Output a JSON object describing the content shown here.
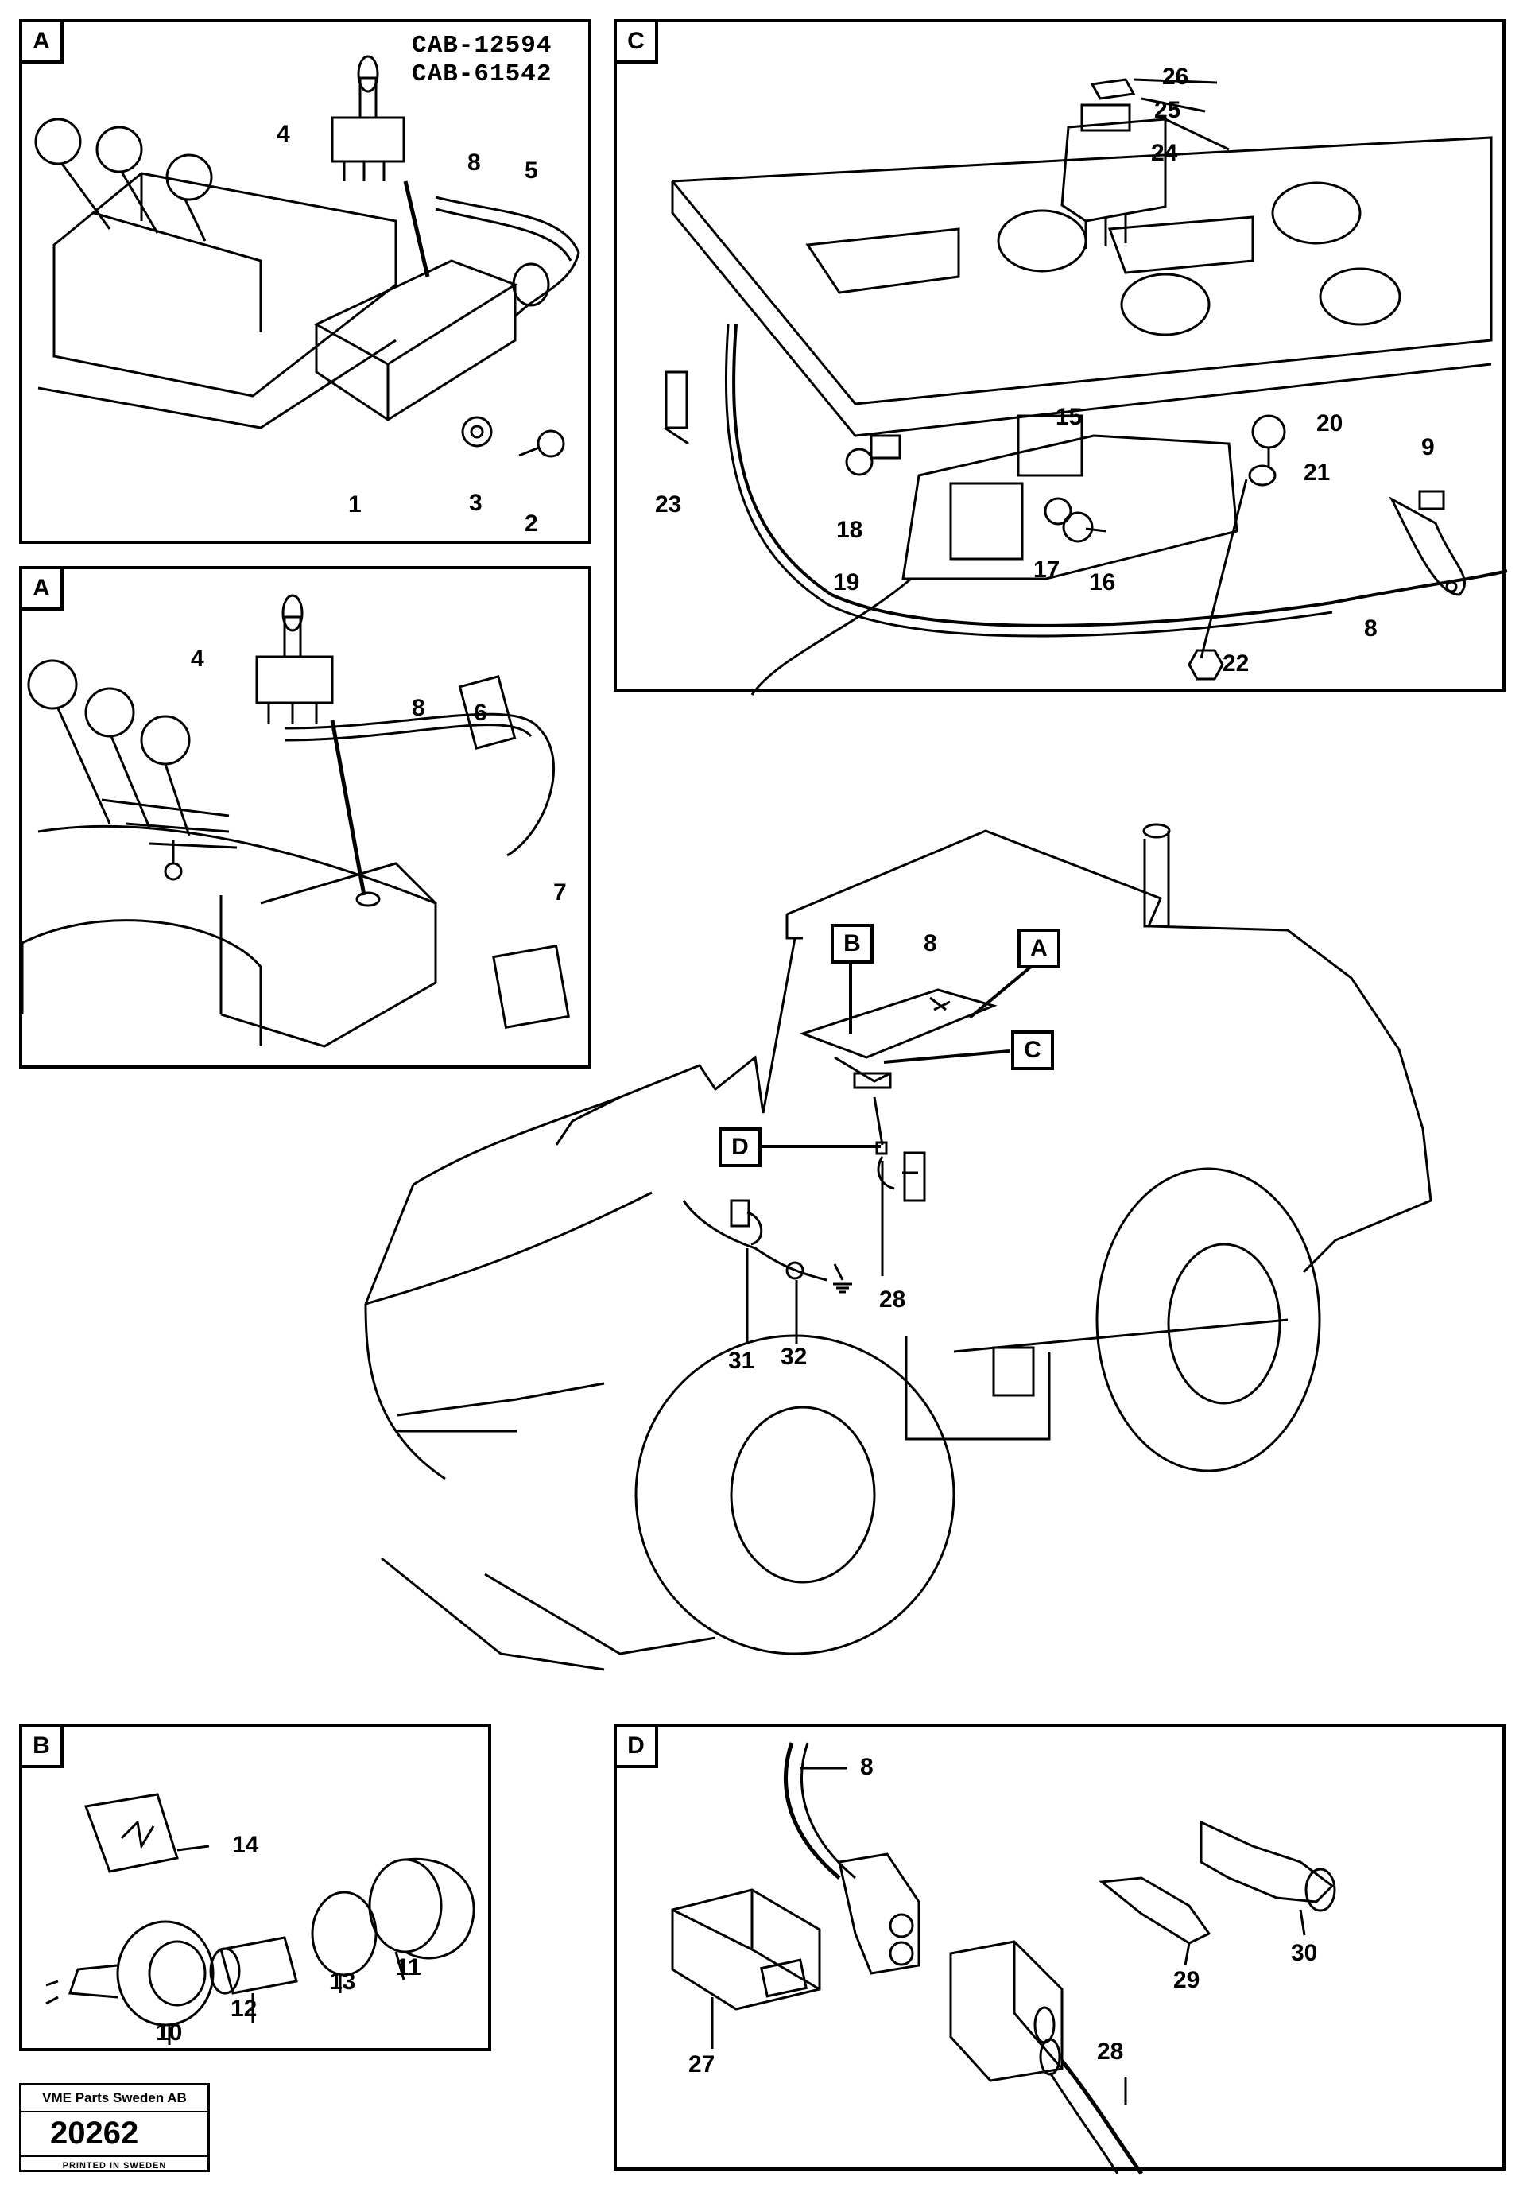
{
  "panels": {
    "a_top": {
      "label": "A",
      "cab_codes": [
        "CAB-12594",
        "CAB-61542"
      ],
      "parts": [
        "4",
        "8",
        "5",
        "1",
        "3",
        "2"
      ]
    },
    "a_bottom": {
      "label": "A",
      "parts": [
        "4",
        "8",
        "6",
        "7"
      ]
    },
    "c": {
      "label": "C",
      "parts": [
        "26",
        "25",
        "24",
        "15",
        "20",
        "21",
        "9",
        "23",
        "18",
        "19",
        "17",
        "16",
        "8",
        "22"
      ]
    },
    "b": {
      "label": "B",
      "parts": [
        "14",
        "10",
        "12",
        "13",
        "11"
      ]
    },
    "d": {
      "label": "D",
      "parts": [
        "8",
        "27",
        "28",
        "29",
        "30"
      ]
    }
  },
  "overview": {
    "callouts": [
      "B",
      "A",
      "C",
      "D"
    ],
    "parts": [
      "8",
      "28",
      "31",
      "32"
    ]
  },
  "stamp": {
    "company": "VME Parts Sweden AB",
    "number": "20262",
    "printed": "PRINTED IN SWEDEN"
  }
}
